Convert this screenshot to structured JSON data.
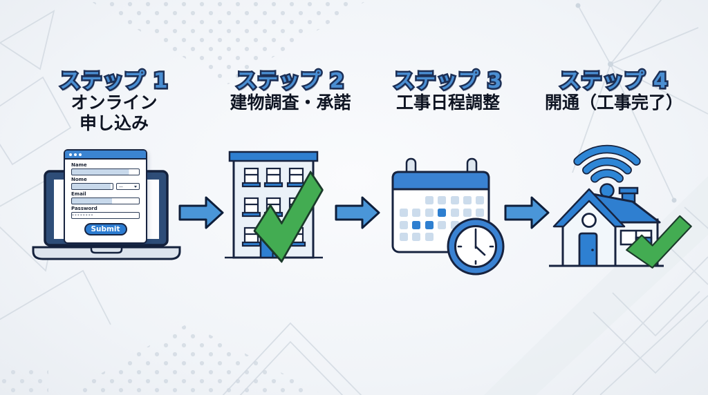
{
  "diagram": {
    "type": "process-flow",
    "language": "ja",
    "step_count": 4
  },
  "steps": [
    {
      "label": "ステップ 1",
      "title_lines": [
        "オンライン",
        "申し込み"
      ],
      "icon": "laptop-signup-form-icon"
    },
    {
      "label": "ステップ 2",
      "title_lines": [
        "建物調査・承諾"
      ],
      "icon": "building-check-icon"
    },
    {
      "label": "ステップ 3",
      "title_lines": [
        "工事日程調整"
      ],
      "icon": "calendar-clock-icon"
    },
    {
      "label": "ステップ 4",
      "title_lines": [
        "開通（工事完了）"
      ],
      "icon": "house-wifi-check-icon"
    }
  ],
  "form": {
    "fields": [
      {
        "label": "Name",
        "type": "text"
      },
      {
        "label": "Nome",
        "type": "text-with-select"
      },
      {
        "label": "Email",
        "type": "text"
      },
      {
        "label": "Password",
        "type": "password"
      }
    ],
    "select_value": "—",
    "password_mask": "********",
    "submit_label": "Submit"
  },
  "colors": {
    "step_label_blue": "#4a8ed2",
    "step_label_outline": "#1c2f55",
    "title_text": "#0e1422",
    "arrow_fill": "#4a96d8",
    "outline_dark": "#17233f",
    "primary_blue": "#2f7fd0",
    "check_green": "#43ac52",
    "light_panel": "#eaf1f8",
    "background": "#f1f4f8"
  }
}
